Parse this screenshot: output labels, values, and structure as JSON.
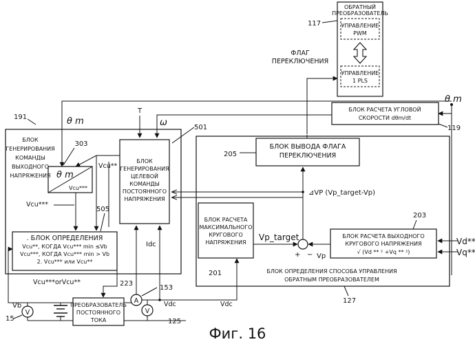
{
  "figure": {
    "caption": "Фиг. 16"
  },
  "inverter": {
    "title_lines": [
      "ОБРАТНЫЙ",
      "ПРЕОБРАЗОВАТЕЛЬ"
    ],
    "pwm_lines": [
      "УПРАВЛЕНИЕ",
      "PWM"
    ],
    "pls_lines": [
      "УПРАВЛЕНИЕ",
      "1 PLS"
    ],
    "ref": "117"
  },
  "switch_flag_label": [
    "ФЛАГ",
    "ПЕРЕКЛЮЧЕНИЯ"
  ],
  "theta_m": "θ m",
  "angular_speed": {
    "lines": [
      "БЛОК РАСЧЕТА УГЛОВОЙ",
      "СКОРОСТИ dθm/dt"
    ],
    "ref": "119"
  },
  "voltage_cmd": {
    "ref": "191",
    "lines": [
      "БЛОК",
      "ГЕНЕРИРОВАНИЯ",
      "КОМАНДЫ",
      "ВЫХОДНОГО",
      "НАПРЯЖЕНИЯ"
    ]
  },
  "converter_block": {
    "ref": "303",
    "theta": "θ m",
    "vcu": "Vcu***"
  },
  "signals": {
    "t": "T",
    "omega": "ω",
    "vcu2": "Vcu**",
    "vcu3": "Vcu***",
    "idc": "Idc",
    "vcu_or": "Vcu***orVcu**",
    "vb": "Vb",
    "vdc": "Vdc",
    "vdc2": "Vdc",
    "vp_target": "Vp_target",
    "vp": "Vp",
    "plus1": "+",
    "minus1": "−",
    "delta_vp": "⊿VP (Vp_target-Vp)",
    "vd": "Vd**",
    "vq": "Vq**",
    "plus2": "+",
    "minus2": "−"
  },
  "target_dc": {
    "ref": "501",
    "lines": [
      "БЛОК",
      "ГЕНЕРИРОВАНИЯ",
      "ЦЕЛЕВОЙ",
      "КОМАНДЫ",
      "ПОСТОЯННОГО",
      "НАПРЯЖЕНИЯ"
    ]
  },
  "determination": {
    "ref": "505",
    "lines": [
      ". БЛОК ОПРЕДЕЛЕНИЯ",
      "Vcu**, КОГДА Vcu*** min ≤Vb",
      "Vcu***, КОГДА Vcu*** min > Vb",
      "2. Vcu*** или Vcu**"
    ]
  },
  "flag_output": {
    "ref": "205",
    "lines": [
      "БЛОК ВЫВОДА ФЛАГА",
      "ПЕРЕКЛЮЧЕНИЯ"
    ]
  },
  "max_voltage": {
    "ref": "201",
    "lines": [
      "БЛОК РАСЧЕТА",
      "МАКСИМАЛЬНОГО",
      "КРУГОВОГО",
      "НАПРЯЖЕНИЯ"
    ]
  },
  "output_voltage": {
    "ref": "203",
    "lines": [
      "БЛОК РАСЧЕТА ВЫХОДНОГО",
      "КРУГОВОГО НАПРЯЖЕНИЯ",
      "√ (Vd ** ² +Vq ** ²)"
    ]
  },
  "method_block": {
    "ref": "127",
    "lines": [
      "БЛОК ОПРЕДЕЛЕНИЯ  СПОСОБА УПРАВЛЕНИЯ",
      "ОБРАТНЫМ ПРЕОБРАЗОВАТЕЛЕМ"
    ]
  },
  "dc_converter": {
    "ref": "223",
    "lines": [
      "ПРЕОБРАЗОВАТЕЛЬ",
      "ПОСТОЯННОГО",
      "ТОКА"
    ]
  },
  "meters": {
    "v_symbol": "V",
    "a_symbol": "A",
    "ref_15": "15",
    "ref_153": "153",
    "ref_125": "125"
  }
}
